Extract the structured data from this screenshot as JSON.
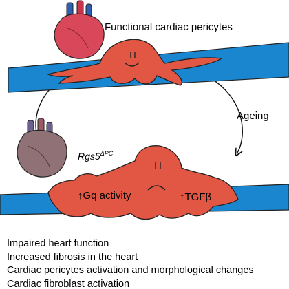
{
  "top": {
    "title": "Functional cardiac pericytes"
  },
  "transition": {
    "label": "Ageing"
  },
  "bottom": {
    "knockout_base": "Rgs5",
    "knockout_sup": "ΔPC",
    "marker_gq": "↑Gq activity",
    "marker_tgf": "↑TGFβ"
  },
  "findings": [
    "Impaired heart function",
    "Increased fibrosis in the heart",
    "Cardiac pericytes activation and morphological changes",
    "Cardiac fibroblast activation"
  ],
  "colors": {
    "vessel_blue": "#1a86d0",
    "pericyte_red": "#e15743",
    "heart_healthy": "#d9485a",
    "heart_aged": "#8f7176",
    "vessel_dark_blue": "#1f3f9a",
    "outline": "#222222"
  },
  "icons": [
    "heart-icon",
    "aged-heart-icon",
    "pericyte-cell",
    "blood-vessel",
    "cycle-arrow"
  ]
}
